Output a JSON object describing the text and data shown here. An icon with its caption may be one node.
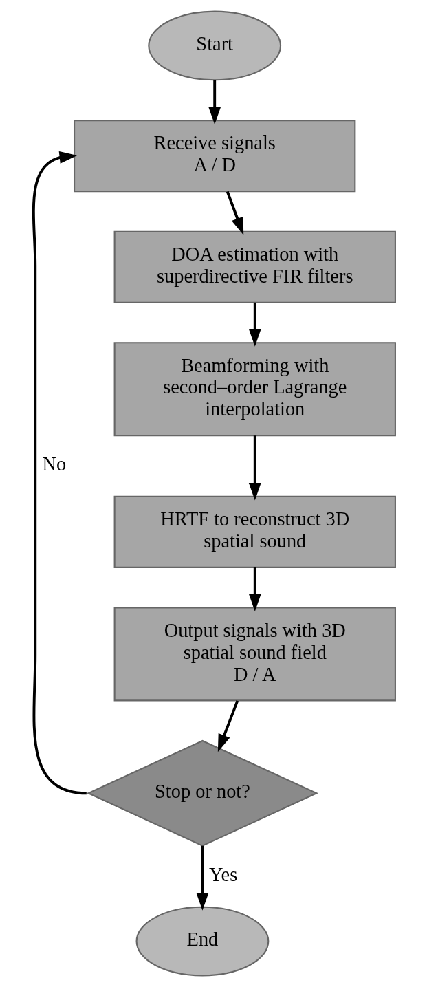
{
  "diagram": {
    "nodes": [
      {
        "text": [
          "Start"
        ]
      },
      {
        "text": [
          "Receive signals",
          "A / D"
        ]
      },
      {
        "text": [
          "DOA estimation with superdirective FIR filters"
        ]
      },
      {
        "text": [
          "Beamforming with second–order Lagrange interpolation"
        ]
      },
      {
        "text": [
          "HRTF to reconstruct 3D spatial sound"
        ]
      },
      {
        "text": [
          "Output signals with 3D spatial sound field",
          "D / A"
        ]
      },
      {
        "text": [
          "Stop or not?"
        ]
      },
      {
        "text": [
          "End"
        ]
      }
    ],
    "edges": [
      {
        "from": 0,
        "to": 1,
        "arrow": "to"
      },
      {
        "from": 1,
        "to": 2,
        "arrow": "to"
      },
      {
        "from": 2,
        "to": 3,
        "arrow": "to"
      },
      {
        "from": 3,
        "to": 4,
        "arrow": "to"
      },
      {
        "from": 4,
        "to": 5,
        "arrow": "to"
      },
      {
        "from": 5,
        "to": 6,
        "arrow": "to"
      },
      {
        "from": 6,
        "to": 1,
        "arrow": "to",
        "label": "No"
      },
      {
        "from": 6,
        "to": 7,
        "arrow": "to",
        "label": "Yes"
      }
    ]
  }
}
